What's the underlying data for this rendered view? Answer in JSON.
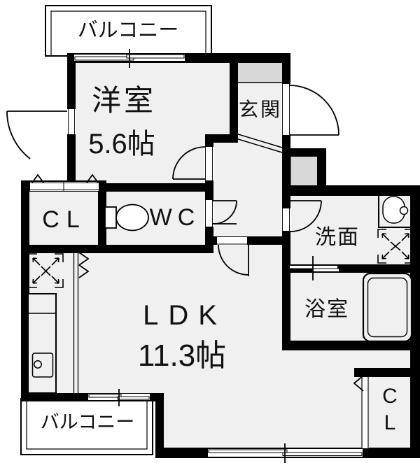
{
  "title": "apartment-floor-plan",
  "colors": {
    "wall": "#000000",
    "room_fill": "#f0f0f0",
    "storage_fill": "#d8d8d8",
    "background": "#ffffff",
    "text": "#111111"
  },
  "rooms": {
    "balcony_top": "バルコニー",
    "western_room_name": "洋室",
    "western_room_size": "5.6帖",
    "entrance": "玄関",
    "closet_top": "CL",
    "toilet": "WC",
    "washroom": "洗面",
    "bathroom": "浴室",
    "ldk_name": "LDK",
    "ldk_size": "11.3帖",
    "balcony_bottom": "バルコニー",
    "closet_bottom_line1": "C",
    "closet_bottom_line2": "L"
  },
  "icons": [
    "toilet-icon",
    "bathtub-icon",
    "washbasin-icon",
    "washing-machine-space-icon",
    "refrigerator-space-icon",
    "kitchen-counter-icon",
    "entrance-door-icon",
    "bedroom-door-icon",
    "wc-door-icon",
    "washroom-door-icon",
    "ldk-door-icon",
    "exterior-door-icon",
    "bathroom-sliding-door-icon",
    "sliding-window-icon",
    "closet-bifold-icon",
    "closet-folding-door-icon"
  ]
}
